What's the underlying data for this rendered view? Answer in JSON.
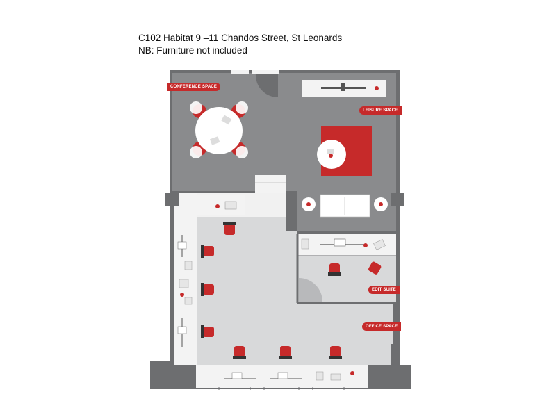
{
  "caption": {
    "line1": "C102 Habitat 9 –11 Chandos Street, St Leonards",
    "line2": "NB: Furniture not included"
  },
  "labels": {
    "conference": "CONFERENCE SPACE",
    "leisure": "LEISURE SPACE",
    "edit": "EDIT SUITE",
    "office": "OFFICE SPACE"
  },
  "colors": {
    "accent": "#c62a2a",
    "wall": "#6d6e70",
    "dark_floor": "#8a8b8d",
    "light_floor": "#d8d9da",
    "white_floor": "#f3f3f3"
  }
}
